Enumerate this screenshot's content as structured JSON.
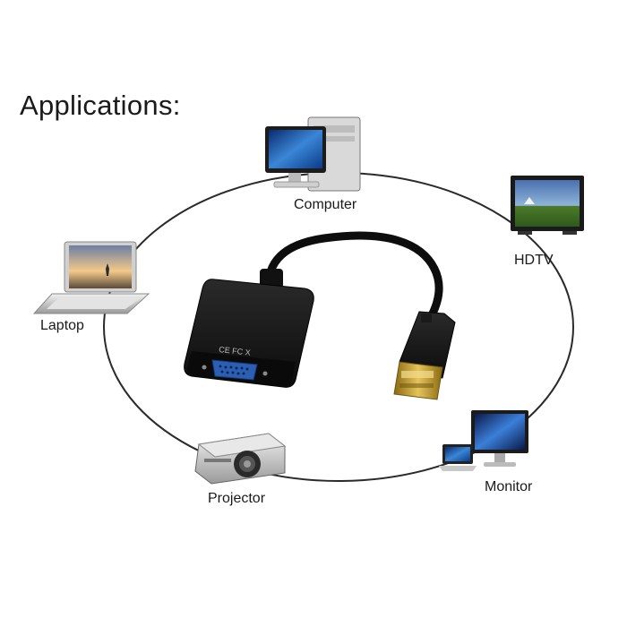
{
  "heading": "Applications:",
  "devices": {
    "computer": "Computer",
    "hdtv": "HDTV",
    "laptop": "Laptop",
    "monitor": "Monitor",
    "projector": "Projector"
  },
  "adapter_marking": "CE FC X",
  "colors": {
    "background": "#ffffff",
    "ring": "#2a2a2a",
    "adapter_body": "#141414",
    "vga_port": "#2b5fb3",
    "gold_contacts": "#c9a227"
  }
}
